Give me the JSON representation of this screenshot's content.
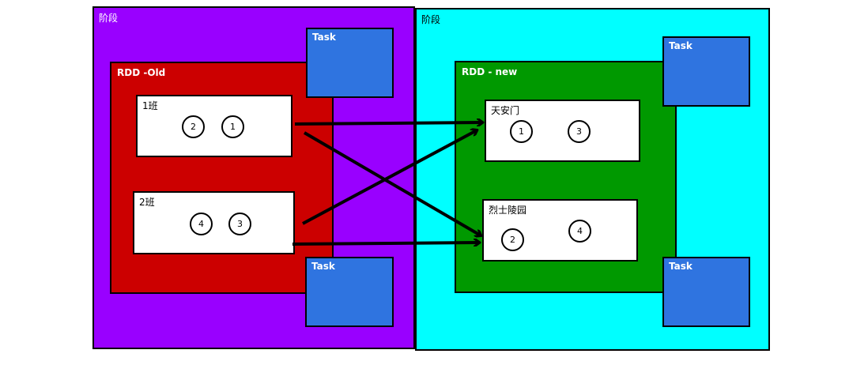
{
  "stages": {
    "left": {
      "label": "阶段",
      "color": "#9900ff"
    },
    "right": {
      "label": "阶段",
      "color": "#00ffff"
    }
  },
  "rdd_old": {
    "label": "RDD -Old",
    "color": "#cc0000",
    "partitions": [
      {
        "label": "1班",
        "items": [
          "2",
          "1"
        ]
      },
      {
        "label": "2班",
        "items": [
          "4",
          "3"
        ]
      }
    ]
  },
  "rdd_new": {
    "label": "RDD - new",
    "color": "#009900",
    "partitions": [
      {
        "label": "天安门",
        "items": [
          "1",
          "3"
        ]
      },
      {
        "label": "烈士陵园",
        "items": [
          "2",
          "4"
        ]
      }
    ]
  },
  "tasks": [
    "Task",
    "Task",
    "Task",
    "Task"
  ],
  "task_color": "#2f74e0",
  "arrows": [
    {
      "from": "1班",
      "to": "天安门"
    },
    {
      "from": "1班",
      "to": "烈士陵园"
    },
    {
      "from": "2班",
      "to": "天安门"
    },
    {
      "from": "2班",
      "to": "烈士陵园"
    }
  ]
}
